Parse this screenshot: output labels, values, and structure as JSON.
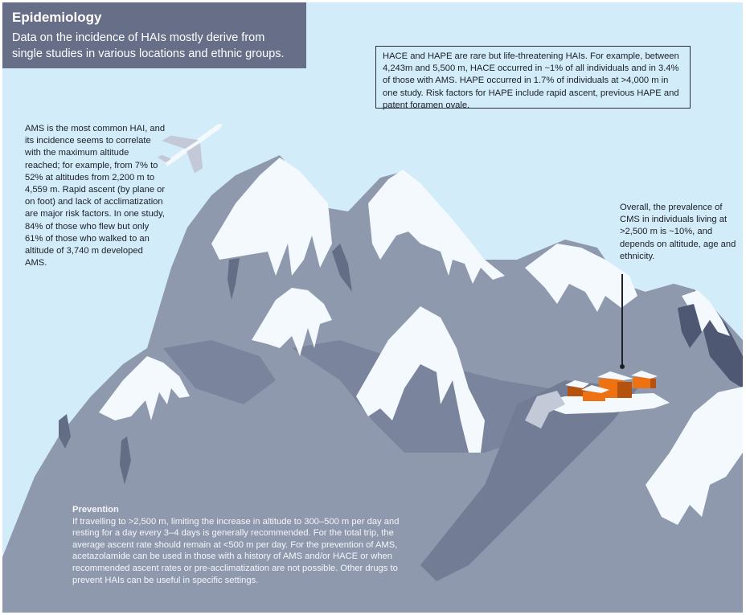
{
  "header": {
    "title": "Epidemiology",
    "subtitle": "Data on the incidence of HAIs mostly derive from single studies in various locations and ethnic groups."
  },
  "annotations": {
    "hace_hape": "HACE and HAPE are rare but life-threatening HAIs. For example, between 4,243m and 5,500 m, HACE occurred in ~1% of all individuals and in 3.4% of those with AMS. HAPE occurred in 1.7% of individuals at >4,000 m in one study. Risk factors for HAPE include rapid ascent, previous HAPE and patent foramen ovale.",
    "ams": "AMS is the most common HAI, and its incidence seems to correlate with the maximum altitude reached; for example, from 7% to 52% at altitudes from 2,200 m to 4,559 m. Rapid ascent (by plane or on foot) and lack of acclimatization are major risk factors. In one study, 84% of those who flew but only 61% of those who walked to an altitude of 3,740 m developed AMS.",
    "cms": "Overall, the prevalence of CMS in individuals living at >2,500 m is ~10%, and depends on altitude, age and ethnicity."
  },
  "prevention": {
    "heading": "Prevention",
    "body": "If travelling to >2,500 m, limiting the increase in altitude to 300–500 m per day and resting for a day every 3–4 days is generally recommended. For the total trip, the average ascent rate should remain at <500 m per day. For the prevention of AMS, acetazolamide can be used in those with a history of AMS and/or HACE or when recommended ascent rates or pre-acclimatization are not possible. Other drugs to prevent HAIs can be useful in specific settings."
  },
  "illustration": {
    "icons": [
      "airplane-icon",
      "mountain-range",
      "village-huts"
    ],
    "colors": {
      "sky": "#d2ecfa",
      "mountain": "#8f99ad",
      "mountain_shadow": "#7a849c",
      "mountain_dark": "#636d86",
      "snow": "#f4f9fe",
      "title_box": "#666f87",
      "hut_orange": "#ee7212",
      "hut_shadow": "#b5520f"
    }
  }
}
